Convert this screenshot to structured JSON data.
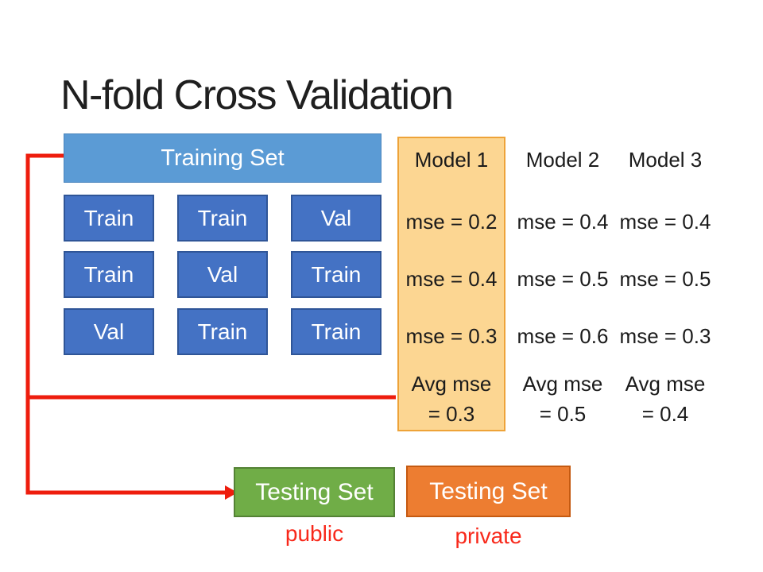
{
  "slide": {
    "title": "N-fold Cross Validation",
    "colors": {
      "header_blue": "#5B9BD5",
      "cell_blue": "#4472C4",
      "cell_border": "#2F5597",
      "highlight_fill": "#FCD692",
      "highlight_border": "#EEA339",
      "testing_green": "#70AD47",
      "testing_orange": "#ED7D31",
      "connector_red": "#EE1D0D",
      "label_red": "#F8281A"
    }
  },
  "training": {
    "header": "Training Set",
    "rows": [
      [
        "Train",
        "Train",
        "Val"
      ],
      [
        "Train",
        "Val",
        "Train"
      ],
      [
        "Val",
        "Train",
        "Train"
      ]
    ]
  },
  "models": [
    {
      "name": "Model 1",
      "highlighted": true,
      "mse": [
        "mse = 0.2",
        "mse = 0.4",
        "mse = 0.3"
      ],
      "avg_line1": "Avg mse",
      "avg_line2": "= 0.3"
    },
    {
      "name": "Model 2",
      "highlighted": false,
      "mse": [
        "mse = 0.4",
        "mse = 0.5",
        "mse = 0.6"
      ],
      "avg_line1": "Avg mse",
      "avg_line2": "= 0.5"
    },
    {
      "name": "Model 3",
      "highlighted": false,
      "mse": [
        "mse = 0.4",
        "mse = 0.5",
        "mse = 0.3"
      ],
      "avg_line1": "Avg mse",
      "avg_line2": "= 0.4"
    }
  ],
  "testing": [
    {
      "label": "Testing Set",
      "sub": "public"
    },
    {
      "label": "Testing Set",
      "sub": "private"
    }
  ]
}
